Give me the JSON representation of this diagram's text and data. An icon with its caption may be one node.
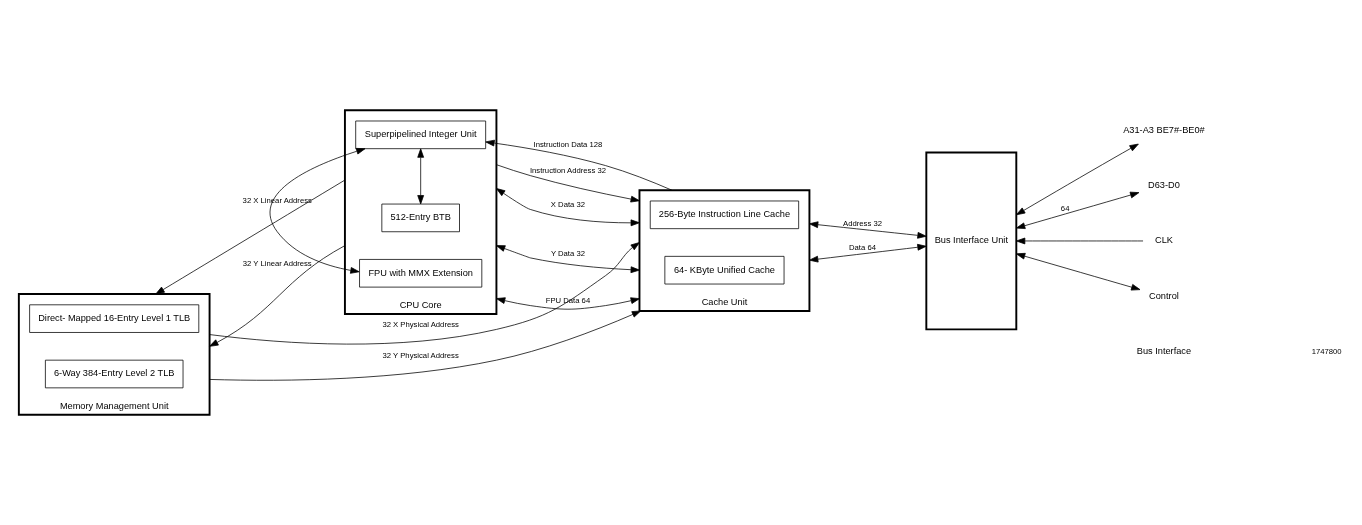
{
  "diagram": {
    "nodes": [
      {
        "text": [
          "Memory Management Unit"
        ]
      },
      {
        "text": [
          "Direct- Mapped 16-Entry Level 1 TLB"
        ],
        "in": 0
      },
      {
        "text": [
          "6-Way 384-Entry Level 2 TLB"
        ],
        "in": 0
      },
      {
        "text": [
          "CPU Core"
        ]
      },
      {
        "text": [
          "Superpipelined Integer Unit"
        ],
        "in": 3
      },
      {
        "text": [
          "512-Entry BTB"
        ],
        "in": 3
      },
      {
        "text": [
          "FPU with MMX Extension"
        ],
        "in": 3
      },
      {
        "text": [
          "Cache Unit"
        ]
      },
      {
        "text": [
          "256-Byte Instruction Line Cache"
        ],
        "in": 7
      },
      {
        "text": [
          "64- KByte Unified Cache"
        ],
        "in": 7
      },
      {
        "text": [
          "Bus Interface Unit"
        ]
      },
      {
        "text": [
          "A31-A3 BE7#-BE0#"
        ]
      },
      {
        "text": [
          "D63-D0"
        ]
      },
      {
        "text": [
          "CLK"
        ]
      },
      {
        "text": [
          "Control"
        ]
      }
    ],
    "edges": [
      {
        "from": 3,
        "to": 0,
        "arrow": "to",
        "label": "32 X Linear Address"
      },
      {
        "from": 3,
        "to": 0,
        "arrow": "to",
        "label": "32 Y Linear Address"
      },
      {
        "from": 4,
        "to": 5,
        "arrow": "both"
      },
      {
        "from": 4,
        "to": 6,
        "arrow": "both"
      },
      {
        "from": 7,
        "to": 4,
        "arrow": "to",
        "label": "Instruction Data 128"
      },
      {
        "from": 3,
        "to": 7,
        "arrow": "to",
        "label": "Instruction Address 32"
      },
      {
        "from": 3,
        "to": 7,
        "arrow": "both",
        "label": "X Data 32"
      },
      {
        "from": 3,
        "to": 7,
        "arrow": "both",
        "label": "Y Data 32"
      },
      {
        "from": 3,
        "to": 7,
        "arrow": "both",
        "label": "FPU Data 64"
      },
      {
        "from": 0,
        "to": 7,
        "arrow": "to",
        "label": "32 X Physical Address"
      },
      {
        "from": 0,
        "to": 7,
        "arrow": "to",
        "label": "32 Y Physical Address"
      },
      {
        "from": 7,
        "to": 10,
        "arrow": "both",
        "label": "Address 32"
      },
      {
        "from": 7,
        "to": 10,
        "arrow": "both",
        "label": "Data 64"
      },
      {
        "from": 10,
        "to": 11,
        "arrow": "both"
      },
      {
        "from": 10,
        "to": 12,
        "arrow": "both",
        "label": "64"
      },
      {
        "from": 13,
        "to": 10,
        "arrow": "to"
      },
      {
        "from": 10,
        "to": 14,
        "arrow": "both"
      }
    ],
    "labels": [
      "Bus Interface",
      "1747800"
    ]
  }
}
